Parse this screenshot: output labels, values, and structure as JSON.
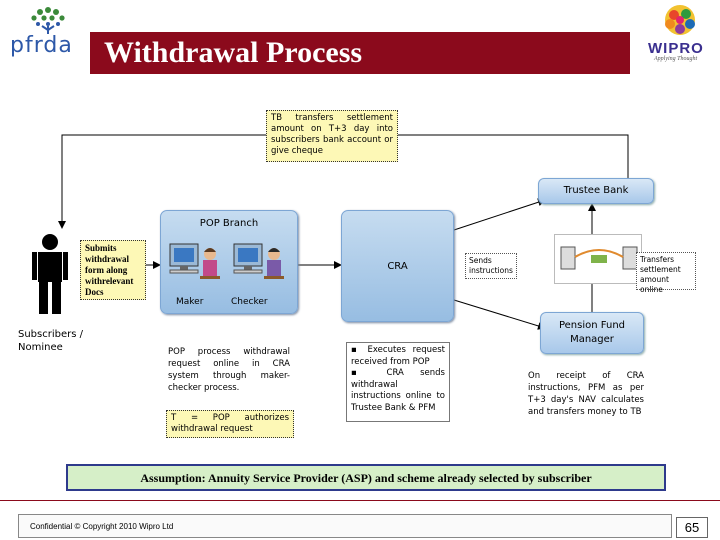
{
  "header": {
    "title": "Withdrawal Process",
    "left_logo": "pfrda",
    "right_logo": "WIPRO",
    "right_logo_tagline": "Applying Thought"
  },
  "diagram": {
    "tb_note": "TB transfers settlement amount on T+3 day into subscribers bank account or give cheque",
    "trustee_bank": "Trustee Bank",
    "pop_branch": "POP Branch",
    "cra": "CRA",
    "submits_note": "Submits withdrawal form along withrelevant Docs",
    "maker": "Maker",
    "checker": "Checker",
    "subscriber_label": "Subscribers / Nominee",
    "sends_instructions": "Sends instructions",
    "transfers_settlement": "Transfers settlement amount online",
    "pfm": "Pension Fund Manager",
    "pop_process": "POP process withdrawal request online in CRA system through maker-checker process.",
    "pop_authorizes": "T = POP authorizes withdrawal request",
    "cra_exec_1": "▪ Executes request received from POP",
    "cra_exec_2": "▪ CRA sends withdrawal instructions online to Trustee Bank & PFM",
    "pfm_text": "On receipt of CRA instructions, PFM as per T+3 day's NAV calculates and transfers money to TB",
    "assumption": "Assumption: Annuity Service Provider (ASP) and scheme already selected by subscriber"
  },
  "footer": {
    "confidential": "Confidential © Copyright 2010 Wipro Ltd",
    "page_number": "65"
  },
  "colors": {
    "title_bar": "#8b0a1c",
    "panel": "#97bde2",
    "note": "#fdf8b6",
    "assumption_bg": "#d6efc8"
  }
}
